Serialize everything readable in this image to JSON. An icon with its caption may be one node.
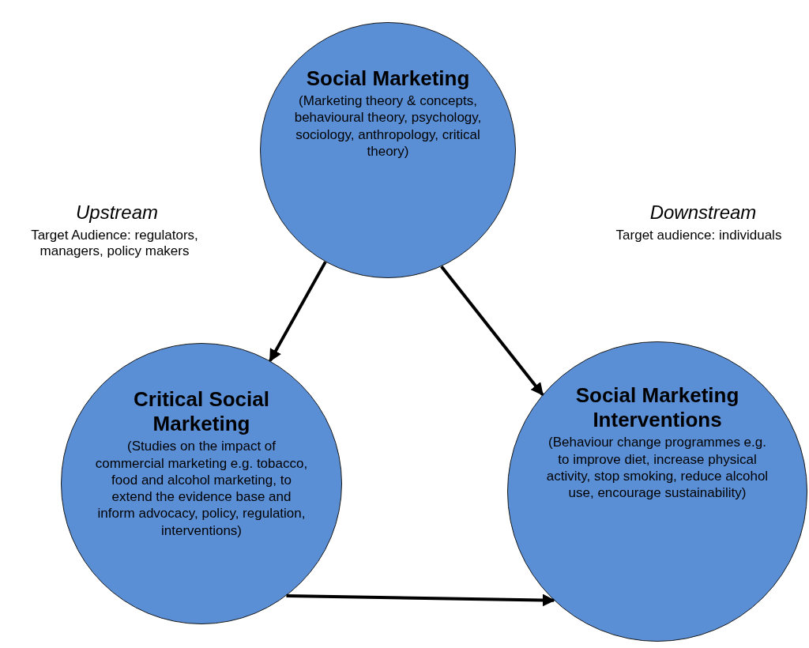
{
  "diagram": {
    "nodes": [
      {
        "text": [
          "Social Marketing",
          "(Marketing theory & concepts, behavioural theory, psychology, sociology, anthropology, critical theory)"
        ]
      },
      {
        "text": [
          "Critical Social Marketing",
          "(Studies on the impact of commercial marketing e.g. tobacco, food and alcohol marketing, to extend the evidence base and inform advocacy, policy, regulation, interventions)"
        ]
      },
      {
        "text": [
          "Social Marketing Interventions",
          "(Behaviour change programmes e.g. to improve diet, increase physical activity, stop smoking, reduce alcohol use, encourage sustainability)"
        ]
      }
    ],
    "edges": [
      {
        "from": 0,
        "to": 1,
        "arrow": "to"
      },
      {
        "from": 0,
        "to": 2,
        "arrow": "to"
      },
      {
        "from": 1,
        "to": 2,
        "arrow": "to"
      }
    ],
    "labels": [
      "Upstream",
      "Target Audience: regulators, managers, policy makers",
      "Downstream",
      "Target audience: individuals"
    ]
  }
}
